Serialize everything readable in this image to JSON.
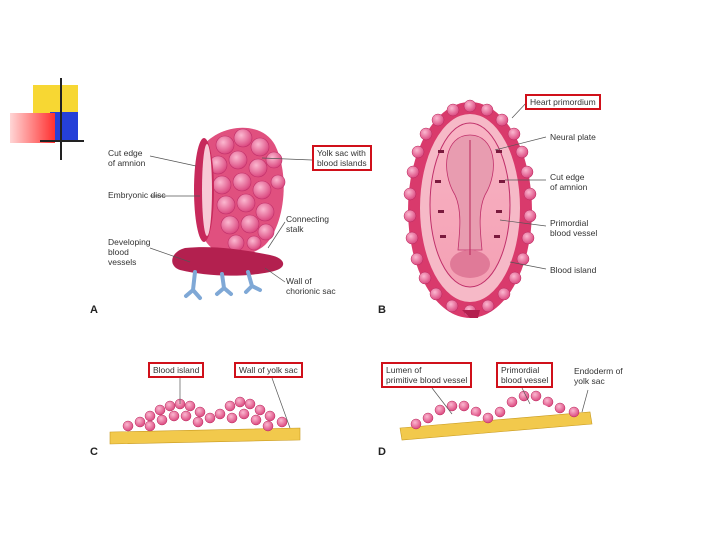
{
  "colors": {
    "accent_red": "#d0101a",
    "tissue_pink": "#e85a8e",
    "tissue_dark": "#b0204f",
    "vessel_blue": "#7fa8d6",
    "yolk_yellow": "#f2c94c",
    "slide_yellow": "#f7d733",
    "slide_blue": "#2540d8"
  },
  "panels": {
    "a": "A",
    "b": "B",
    "c": "C",
    "d": "D"
  },
  "labels": {
    "cut_edge_amnion_a": "Cut edge\nof amnion",
    "embryonic_disc": "Embryonic disc",
    "developing_vessels": "Developing\nblood\nvessels",
    "yolk_sac_blood_islands": "Yolk sac with\nblood islands",
    "connecting_stalk": "Connecting\nstalk",
    "wall_chorionic_sac": "Wall of\nchorionic sac",
    "heart_primordium": "Heart primordium",
    "neural_plate": "Neural plate",
    "cut_edge_amnion_b": "Cut edge\nof amnion",
    "primordial_vessel_b": "Primordial\nblood vessel",
    "blood_island_b": "Blood island",
    "blood_island_c": "Blood island",
    "wall_yolk_sac": "Wall of yolk sac",
    "lumen_vessel": "Lumen of\nprimitive blood vessel",
    "primordial_vessel_d": "Primordial\nblood vessel",
    "endoderm_yolk_sac": "Endoderm of\nyolk sac"
  }
}
